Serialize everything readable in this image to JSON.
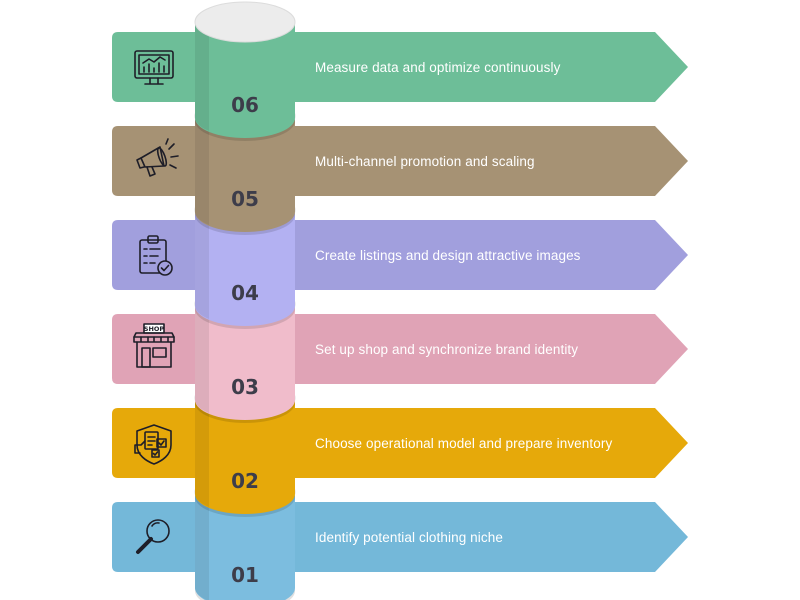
{
  "steps": [
    {
      "number": "06",
      "label": "Measure data and optimize continuously",
      "icon": "monitor-chart-icon",
      "color": "#6dbe98",
      "cylinder_color": "#6dbe98"
    },
    {
      "number": "05",
      "label": "Multi-channel promotion and scaling",
      "icon": "megaphone-icon",
      "color": "#a69274",
      "cylinder_color": "#a69274"
    },
    {
      "number": "04",
      "label": "Create listings and design attractive images",
      "icon": "clipboard-check-icon",
      "color": "#a19fdd",
      "cylinder_color": "#b3b1f2"
    },
    {
      "number": "03",
      "label": "Set up shop and synchronize brand identity",
      "icon": "shop-icon",
      "color": "#e0a3b6",
      "cylinder_color": "#f0bccb"
    },
    {
      "number": "02",
      "label": "Choose operational model and prepare inventory",
      "icon": "shield-document-icon",
      "color": "#e6a90a",
      "cylinder_color": "#e6a90a"
    },
    {
      "number": "01",
      "label": "Identify potential clothing niche",
      "icon": "magnifier-icon",
      "color": "#74b8d9",
      "cylinder_color": "#7cbddf"
    }
  ],
  "shop_sign_text": "SHOP"
}
